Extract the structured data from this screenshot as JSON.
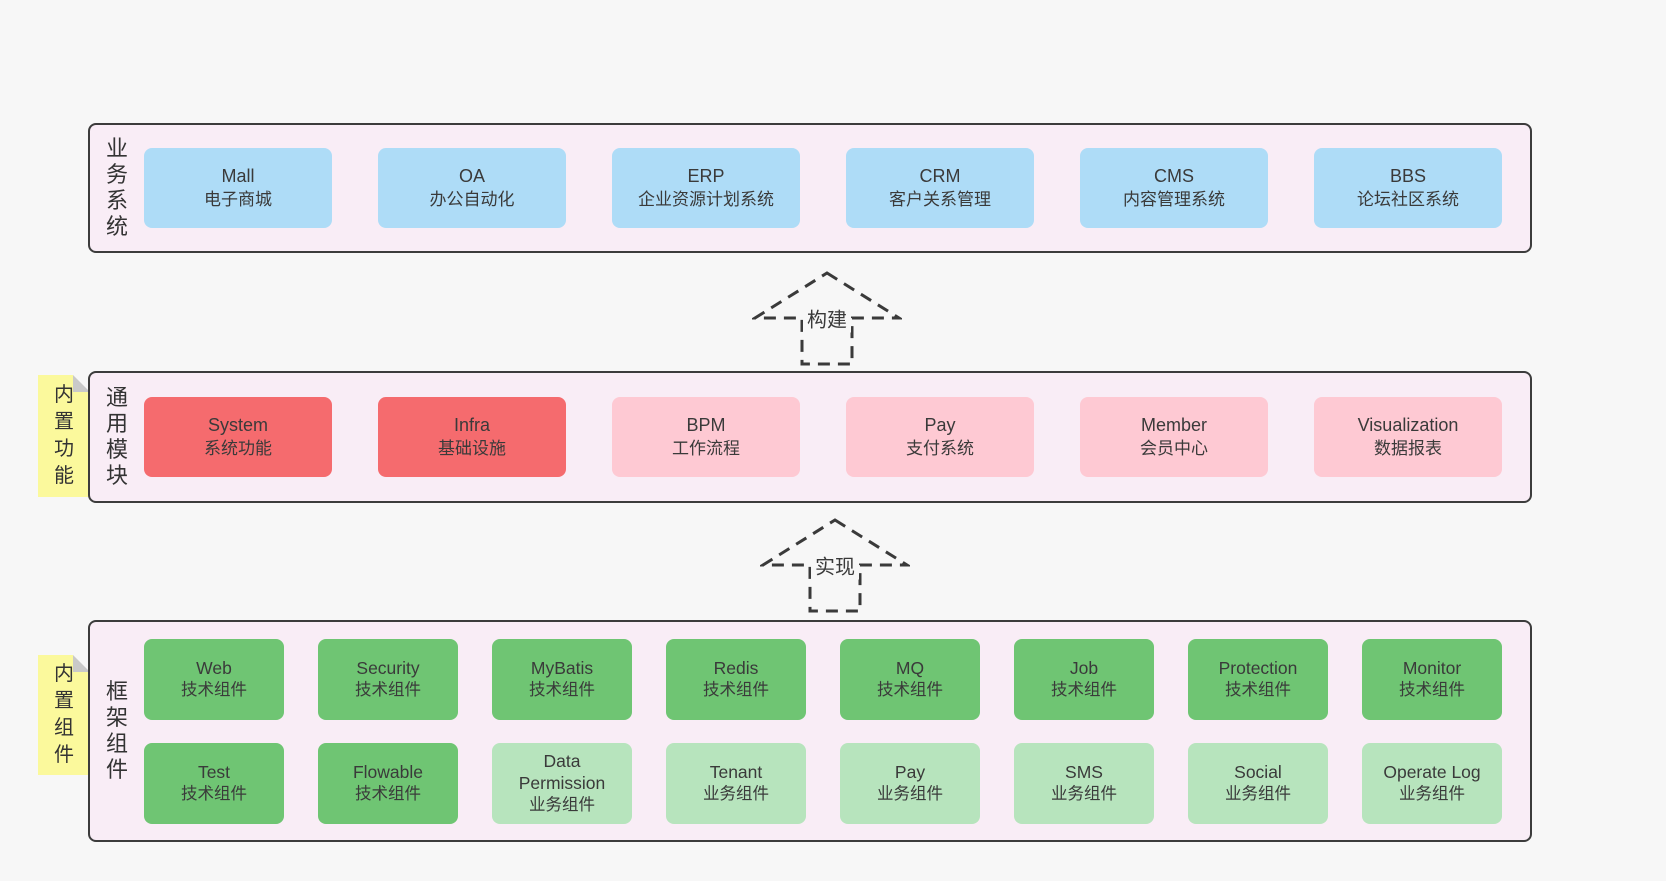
{
  "diagram": {
    "arrows": [
      {
        "label": "构建"
      },
      {
        "label": "实现"
      }
    ],
    "bands": [
      {
        "label": "业务系统",
        "tab": null,
        "rows": [
          [
            {
              "name": "Mall",
              "desc": "电子商城",
              "type": "blue"
            },
            {
              "name": "OA",
              "desc": "办公自动化",
              "type": "blue"
            },
            {
              "name": "ERP",
              "desc": "企业资源计划系统",
              "type": "blue"
            },
            {
              "name": "CRM",
              "desc": "客户关系管理",
              "type": "blue"
            },
            {
              "name": "CMS",
              "desc": "内容管理系统",
              "type": "blue"
            },
            {
              "name": "BBS",
              "desc": "论坛社区系统",
              "type": "blue"
            }
          ]
        ]
      },
      {
        "label": "通用模块",
        "tab": "内置功能",
        "rows": [
          [
            {
              "name": "System",
              "desc": "系统功能",
              "type": "red"
            },
            {
              "name": "Infra",
              "desc": "基础设施",
              "type": "red"
            },
            {
              "name": "BPM",
              "desc": "工作流程",
              "type": "pink"
            },
            {
              "name": "Pay",
              "desc": "支付系统",
              "type": "pink"
            },
            {
              "name": "Member",
              "desc": "会员中心",
              "type": "pink"
            },
            {
              "name": "Visualization",
              "desc": "数据报表",
              "type": "pink"
            }
          ]
        ]
      },
      {
        "label": "框架组件",
        "tab": "内置组件",
        "rows": [
          [
            {
              "name": "Web",
              "desc": "技术组件",
              "type": "green"
            },
            {
              "name": "Security",
              "desc": "技术组件",
              "type": "green"
            },
            {
              "name": "MyBatis",
              "desc": "技术组件",
              "type": "green"
            },
            {
              "name": "Redis",
              "desc": "技术组件",
              "type": "green"
            },
            {
              "name": "MQ",
              "desc": "技术组件",
              "type": "green"
            },
            {
              "name": "Job",
              "desc": "技术组件",
              "type": "green"
            },
            {
              "name": "Protection",
              "desc": "技术组件",
              "type": "green"
            },
            {
              "name": "Monitor",
              "desc": "技术组件",
              "type": "green"
            }
          ],
          [
            {
              "name": "Test",
              "desc": "技术组件",
              "type": "green"
            },
            {
              "name": "Flowable",
              "desc": "技术组件",
              "type": "green"
            },
            {
              "name": "Data Permission",
              "desc": "业务组件",
              "type": "lightgreen"
            },
            {
              "name": "Tenant",
              "desc": "业务组件",
              "type": "lightgreen"
            },
            {
              "name": "Pay",
              "desc": "业务组件",
              "type": "lightgreen"
            },
            {
              "name": "SMS",
              "desc": "业务组件",
              "type": "lightgreen"
            },
            {
              "name": "Social",
              "desc": "业务组件",
              "type": "lightgreen"
            },
            {
              "name": "Operate Log",
              "desc": "业务组件",
              "type": "lightgreen"
            }
          ]
        ]
      }
    ],
    "colors": {
      "page_bg": "#f7f7f7",
      "band_bg": "#f9edf6",
      "band_border": "#3c3c3c",
      "blue": "#aedcf7",
      "red": "#f56b6e",
      "pink": "#fec9d3",
      "green": "#6fc573",
      "lightgreen": "#b7e4bd",
      "tab_yellow": "#fbf99c",
      "text": "#3a3a3a"
    }
  }
}
